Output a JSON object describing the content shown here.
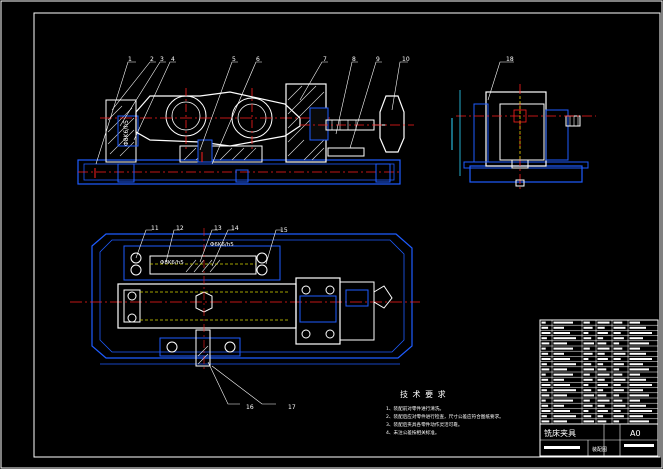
{
  "drawing": {
    "balloons": [
      "1",
      "2",
      "3",
      "4",
      "5",
      "6",
      "7",
      "8",
      "9",
      "10",
      "18",
      "11",
      "12",
      "13",
      "14",
      "15",
      "16",
      "17"
    ],
    "fit_labels": [
      "Φ8K6/h5",
      "Φ6K6/h5"
    ],
    "tech_title": "技 术 要 求",
    "tech_notes": [
      "1、装配前对零件进行清洗。",
      "2、装配后应对零件进行检查，尺寸公差应符合图纸要求。",
      "3、装配后夹具各零件动作灵活可靠。",
      "4、未注公差按相关标准。"
    ],
    "title_block": {
      "name": "铣床夹具",
      "sheet": "A0",
      "subtitle": "装配图"
    }
  },
  "colors": {
    "frame": "#ffffff",
    "body": "#1e5cff",
    "centerline": "#ff1e1e",
    "hidden": "#d8d800",
    "dimension": "#2ed8ff",
    "hatch": "#e0e0e0",
    "part_fill": "#0a0a0a"
  }
}
